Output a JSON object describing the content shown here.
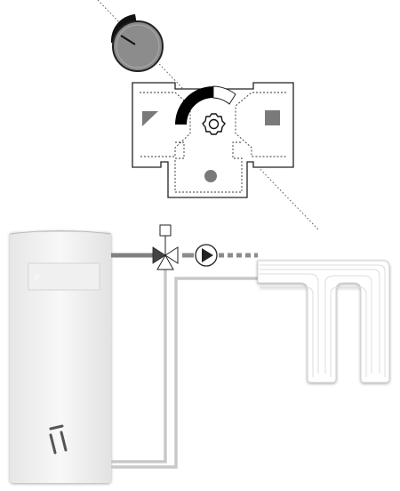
{
  "diagram": {
    "boiler": {
      "panel_label": "ɪi"
    },
    "valve_ports": {
      "inlet": "triangle",
      "outlet": "square",
      "bypass": "circle"
    },
    "flow_indicator": "dashed",
    "colors": {
      "pipe_supply": "#808080",
      "pipe_return": "#cfcfcf",
      "valve_sector": "#000000",
      "knob_face": "#8c8c8c",
      "floor_loop": "#ffffff",
      "boiler_body": "#f4f4f4"
    },
    "icons": {
      "knob": "rotary-knob-icon",
      "pump": "pump-icon",
      "mixing_valve": "mixing-valve-icon",
      "actuator": "actuator-icon",
      "logo": "boiler-logo-icon"
    }
  }
}
